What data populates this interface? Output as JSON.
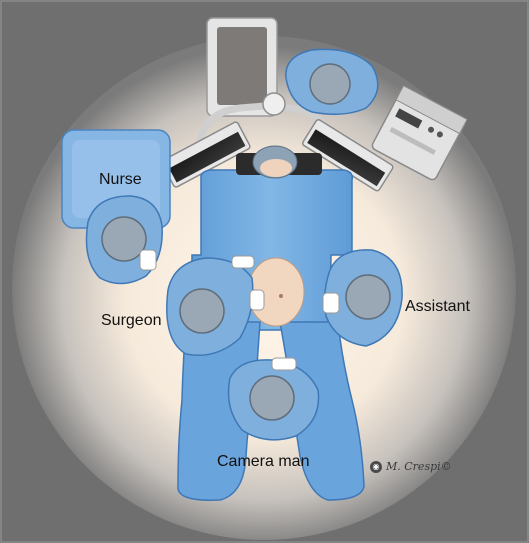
{
  "labels": {
    "nurse": "Nurse",
    "surgeon": "Surgeon",
    "assistant": "Assistant",
    "camera_man": "Camera man"
  },
  "signature": {
    "text": "M. Crespi©"
  },
  "colors": {
    "background_gray": "#6f6f6f",
    "light_glow": "#f6ebde",
    "scrubs_blue": "#7fb0dd",
    "drape_blue": "#6ea7dc",
    "cap_gray": "#a9b3bd",
    "monitor_gray": "#d9d9d9"
  }
}
